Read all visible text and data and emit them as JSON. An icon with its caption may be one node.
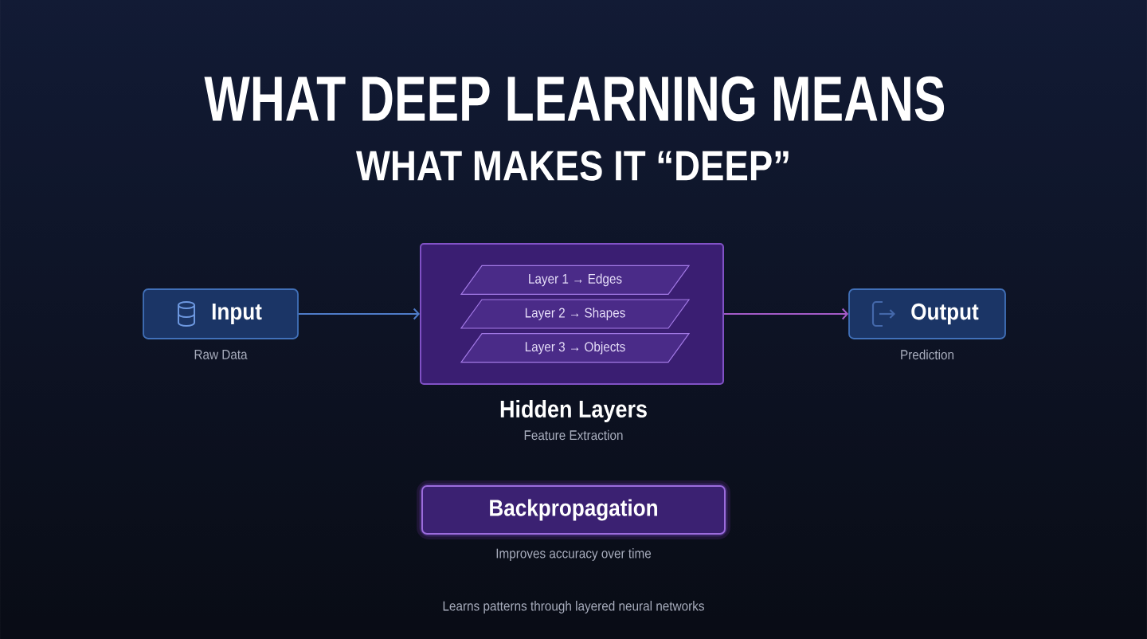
{
  "diagram": {
    "title": "WHAT DEEP LEARNING MEANS",
    "caption": "Learns patterns through layered neural networks",
    "nodes": [
      {
        "text": [
          "Input"
        ],
        "beside": [
          "Raw Data"
        ]
      },
      {
        "text": [
          "Hidden Layers"
        ],
        "beside": [
          "Feature Extraction"
        ]
      },
      {
        "text": [
          "Layer 1 → Edges"
        ],
        "in": 1
      },
      {
        "text": [
          "Layer 2 → Shapes"
        ],
        "in": 1
      },
      {
        "text": [
          "Layer 3 → Objects"
        ],
        "in": 1
      },
      {
        "text": [
          "Output"
        ],
        "beside": [
          "Prediction"
        ]
      },
      {
        "text": [
          "Backpropagation"
        ],
        "beside": [
          "Improves accuracy over time"
        ]
      }
    ],
    "edges": [
      {
        "from": 0,
        "to": 1,
        "arrow": "to",
        "color": "#4f7cc9"
      },
      {
        "from": 1,
        "to": 5,
        "arrow": "to",
        "color": "#a45bc8"
      }
    ],
    "labels": [
      "WHAT MAKES IT “DEEP”"
    ]
  }
}
